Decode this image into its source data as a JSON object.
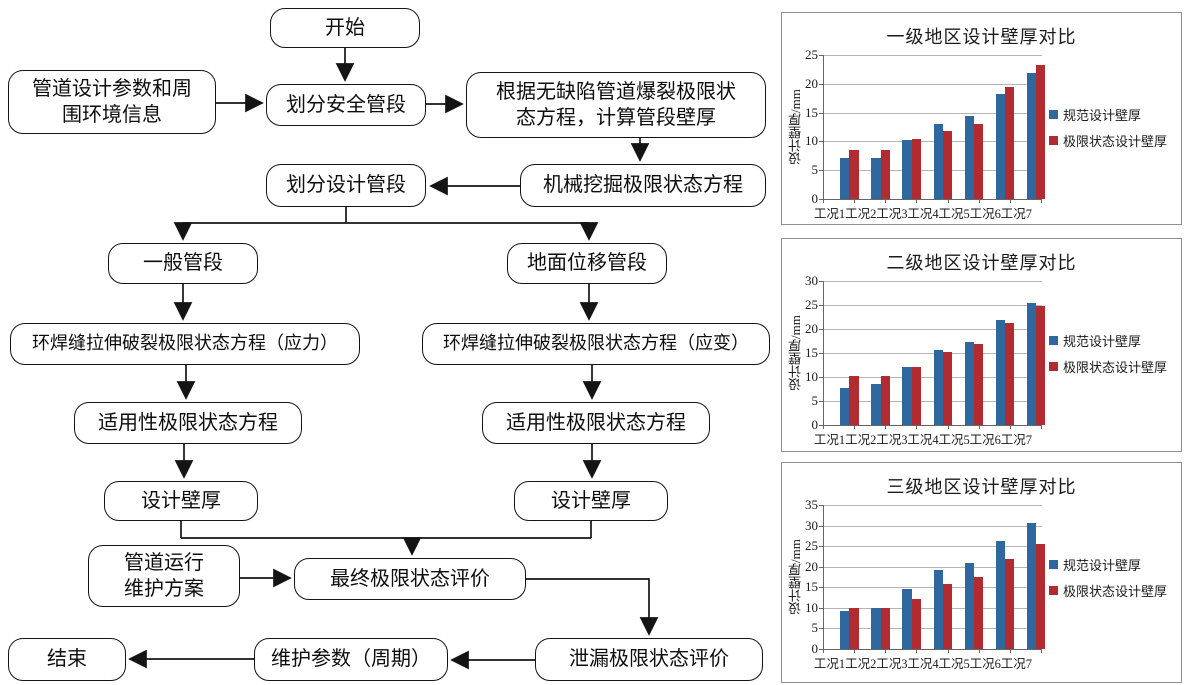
{
  "flowchart": {
    "nodes": {
      "start": "开始",
      "pipe_info": [
        "管道设计参数和周",
        "围环境信息"
      ],
      "divide_safe": "划分安全管段",
      "burst_calc": [
        "根据无缺陷管道爆裂极限状",
        "态方程，计算管段壁厚"
      ],
      "divide_design": "划分设计管段",
      "mech_excav": "机械挖掘极限状态方程",
      "general_segment": "一般管段",
      "ground_disp_segment": "地面位移管段",
      "weld_stress": "环焊缝拉伸破裂极限状态方程（应力）",
      "weld_strain": "环焊缝拉伸破裂极限状态方程（应变）",
      "serviceability_left": "适用性极限状态方程",
      "serviceability_right": "适用性极限状态方程",
      "wall_thickness_left": "设计壁厚",
      "wall_thickness_right": "设计壁厚",
      "op_plan": [
        "管道运行",
        "维护方案"
      ],
      "final_eval": "最终极限状态评价",
      "leak_eval": "泄漏极限状态评价",
      "maint_param": "维护参数（周期）",
      "end": "结束"
    }
  },
  "chart_data": [
    {
      "type": "bar",
      "title": "一级地区设计壁厚对比",
      "ylabel": "设计壁厚/mm",
      "xlabel": "",
      "categories": [
        "工况1",
        "工况2",
        "工况3",
        "工况4",
        "工况5",
        "工况6",
        "工况7"
      ],
      "series": [
        {
          "name": "规范设计壁厚",
          "color": "#2e689f",
          "values": [
            7.1,
            7.1,
            10.2,
            13.0,
            14.4,
            18.3,
            21.9
          ]
        },
        {
          "name": "极限状态设计壁厚",
          "color": "#b22b31",
          "values": [
            8.5,
            8.5,
            10.4,
            11.8,
            13.1,
            19.5,
            23.2
          ]
        }
      ],
      "ylim": [
        0,
        25
      ],
      "ytick_step": 5,
      "grid": true,
      "legend_position": "right"
    },
    {
      "type": "bar",
      "title": "二级地区设计壁厚对比",
      "ylabel": "设计壁厚/mm",
      "xlabel": "",
      "categories": [
        "工况1",
        "工况2",
        "工况3",
        "工况4",
        "工况5",
        "工况6",
        "工况7"
      ],
      "series": [
        {
          "name": "规范设计壁厚",
          "color": "#2e689f",
          "values": [
            7.8,
            8.5,
            12.1,
            15.7,
            17.3,
            21.8,
            25.4
          ]
        },
        {
          "name": "极限状态设计壁厚",
          "color": "#b22b31",
          "values": [
            10.2,
            10.2,
            12.1,
            15.3,
            16.8,
            21.2,
            24.8
          ]
        }
      ],
      "ylim": [
        0,
        30
      ],
      "ytick_step": 5,
      "grid": true,
      "legend_position": "right"
    },
    {
      "type": "bar",
      "title": "三级地区设计壁厚对比",
      "ylabel": "设计壁厚/mm",
      "xlabel": "",
      "categories": [
        "工况1",
        "工况2",
        "工况3",
        "工况4",
        "工况5",
        "工况6",
        "工况7"
      ],
      "series": [
        {
          "name": "规范设计壁厚",
          "color": "#2e689f",
          "values": [
            9.3,
            10.0,
            14.5,
            19.1,
            20.9,
            26.2,
            30.7
          ]
        },
        {
          "name": "极限状态设计壁厚",
          "color": "#b22b31",
          "values": [
            10.0,
            10.0,
            12.1,
            15.8,
            17.5,
            21.9,
            25.5
          ]
        }
      ],
      "ylim": [
        0,
        35
      ],
      "ytick_step": 5,
      "grid": true,
      "legend_position": "right"
    }
  ],
  "colors": {
    "bar_blue": "#2e689f",
    "bar_red": "#b22b31",
    "gridline": "#b5b5b5",
    "axis": "#666666",
    "panel_border": "#8f8f8f",
    "flow_stroke": "#141414"
  }
}
